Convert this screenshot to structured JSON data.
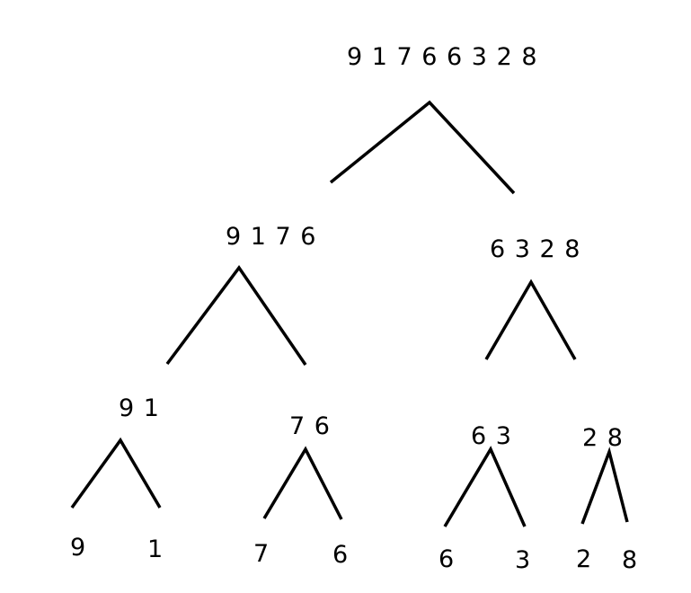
{
  "tree": {
    "root": "9 1 7 6 6 3 2 8",
    "level1": {
      "left": "9 1 7 6",
      "right": "6 3 2 8"
    },
    "level2": {
      "a": "9 1",
      "b": "7 6",
      "c": "6 3",
      "d": "2 8"
    },
    "leaves": [
      "9",
      "1",
      "7",
      "6",
      "6",
      "3",
      "2",
      "8"
    ]
  },
  "colors": {
    "background": "#ffffff",
    "ink": "#000000"
  }
}
